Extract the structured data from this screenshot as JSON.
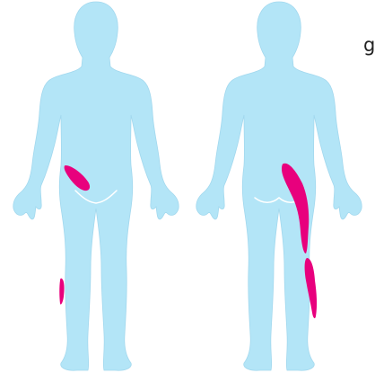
{
  "caption": {
    "text": "g"
  },
  "colors": {
    "body_fill": "#b3e5f7",
    "body_shadow": "#a2d8ee",
    "highlight": "#e8007d",
    "outline": "#ffffff"
  },
  "figures": [
    {
      "view": "front",
      "highlighted_regions": [
        "left-hip-front",
        "left-shin-front"
      ]
    },
    {
      "view": "back",
      "highlighted_regions": [
        "buttock-to-thigh-back",
        "calf-back"
      ]
    }
  ]
}
